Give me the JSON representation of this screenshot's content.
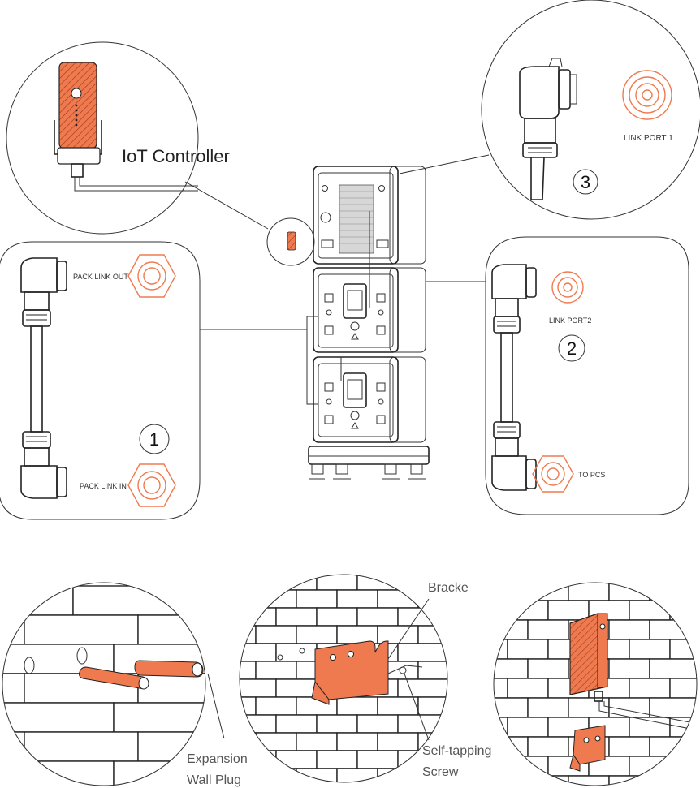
{
  "labels": {
    "iot_controller": "IoT Controller",
    "link_port_1": "LINK PORT 1",
    "link_port_2": "LINK PORT2",
    "pack_link_out": "PACK LINK OUT",
    "pack_link_in": "PACK LINK IN",
    "to_pcs": "TO PCS",
    "bracket": "Bracke",
    "expansion": "Expansion",
    "wall_plug": "Wall Plug",
    "self_tapping": "Self-tapping",
    "screw": "Screw"
  },
  "steps": {
    "one": "1",
    "two": "2",
    "three": "3"
  },
  "colors": {
    "accent": "#ef7a4f",
    "line": "#222222"
  }
}
